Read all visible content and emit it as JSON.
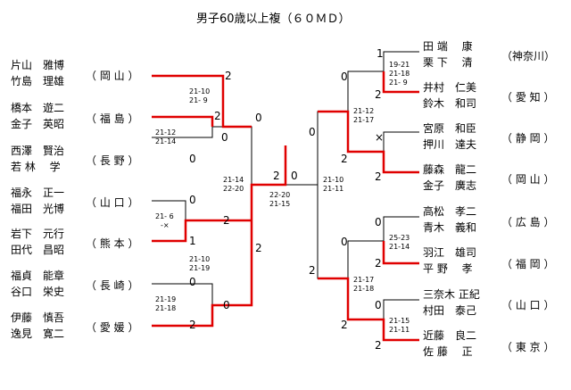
{
  "title": "男子60歳以上複（６０ＭＤ）",
  "colors": {
    "winner_line": "#e00000",
    "line": "#000000",
    "text": "#000000"
  },
  "left_pairs": [
    {
      "names": [
        "片山　雅博",
        "竹島　理雄"
      ],
      "pref": "（ 岡 山 ）"
    },
    {
      "names": [
        "橋本　遊二",
        "金子　英昭"
      ],
      "pref": "（ 福 島 ）"
    },
    {
      "names": [
        "西澤　賢治",
        "若 林 　学"
      ],
      "pref": "（ 長 野 ）"
    },
    {
      "names": [
        "福永　正一",
        "福田　光博"
      ],
      "pref": "（ 山 口 ）"
    },
    {
      "names": [
        "岩下　元行",
        "田代　昌昭"
      ],
      "pref": "（ 熊 本 ）"
    },
    {
      "names": [
        "福貞　能章",
        "谷口　栄史"
      ],
      "pref": "（ 長 崎 ）"
    },
    {
      "names": [
        "伊藤　慎吾",
        "逸見　寛二"
      ],
      "pref": "（ 愛 媛 ）"
    }
  ],
  "right_pairs": [
    {
      "names": [
        "田 端 　康",
        "栗 下 　清"
      ],
      "pref": "（神奈川）"
    },
    {
      "names": [
        "井村　仁美",
        "鈴木　和司"
      ],
      "pref": "（ 愛 知 ）"
    },
    {
      "names": [
        "宮原　和臣",
        "押川　達夫"
      ],
      "pref": "（ 静 岡 ）"
    },
    {
      "names": [
        "藤森　龍二",
        "金子　廣志"
      ],
      "pref": "（ 岡 山 ）"
    },
    {
      "names": [
        "高松　孝二",
        "青木　義和"
      ],
      "pref": "（ 広 島 ）"
    },
    {
      "names": [
        "羽江　雄司",
        "平 野 　孝"
      ],
      "pref": "（ 福 岡 ）"
    },
    {
      "names": [
        "三奈木 正紀",
        "村田　泰己"
      ],
      "pref": "（ 山 口 ）"
    },
    {
      "names": [
        "近藤　良二",
        "佐 藤 　正"
      ],
      "pref": "（ 東 京 ）"
    }
  ],
  "labels": {
    "l_r1_2": "2",
    "l_r1_3": "0",
    "l_r1_top": "2",
    "l_r1_bot": "0",
    "l_r1_games": [
      "21-12",
      "21-14"
    ],
    "l_r1b_top": "0",
    "l_r1b_bot": "1",
    "l_r1b_games": [
      "21- 6",
      "-×"
    ],
    "l_r1c_top": "0",
    "l_r1c_bot": "2",
    "l_r1c_games": [
      "21-19",
      "21-18"
    ],
    "l_r2a_top": "2",
    "l_r2a_bot": "0",
    "l_r2a_games": [
      "21-10",
      "21- 9"
    ],
    "l_r2b_top": "2",
    "l_r2b_bot": "0",
    "l_r2b_games": [
      "21-10",
      "21-19"
    ],
    "l_sf_top": "0",
    "l_sf_bot": "2",
    "l_sf_games": [
      "21-14",
      "22-20"
    ],
    "f_left": "2",
    "f_right": "0",
    "f_games": [
      "22-20",
      "21-15"
    ],
    "r_r1a_top": "1",
    "r_r1a_bot": "2",
    "r_r1a_games": [
      "19-21",
      "21-18",
      "21- 9"
    ],
    "r_r1b_top": "×",
    "r_r1b_bot": "2",
    "r_r1c_top": "0",
    "r_r1c_bot": "2",
    "r_r1c_games": [
      "25-23",
      "21-14"
    ],
    "r_r1d_top": "0",
    "r_r1d_bot": "2",
    "r_r1d_games": [
      "21-15",
      "21-11"
    ],
    "r_r2a_top": "0",
    "r_r2a_bot": "2",
    "r_r2a_games": [
      "21-12",
      "21-17"
    ],
    "r_r2b_top": "0",
    "r_r2b_bot": "2",
    "r_r2b_games": [
      "21-17",
      "21-18"
    ],
    "r_sf_top": "0",
    "r_sf_bot": "2",
    "r_sf_games": [
      "21-10",
      "21-11"
    ]
  }
}
